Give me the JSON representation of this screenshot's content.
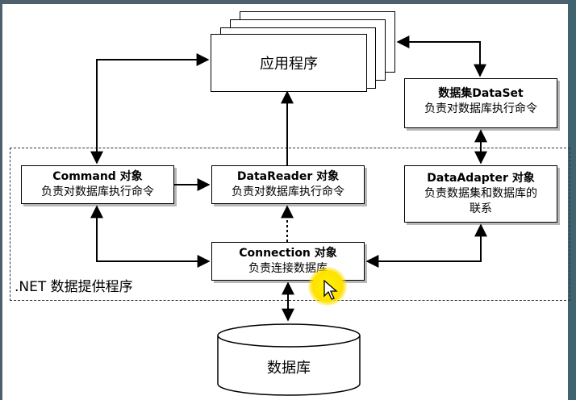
{
  "app": {
    "label": "应用程序"
  },
  "dataset": {
    "title": "数据集DataSet",
    "desc": "负责对数据库执行命令"
  },
  "command": {
    "title": "Command 对象",
    "desc": "负责对数据库执行命令"
  },
  "datareader": {
    "title": "DataReader 对象",
    "desc": "负责对数据库执行命令"
  },
  "dataadapter": {
    "title": "DataAdapter 对象",
    "desc_line1": "负责数据集和数据库的",
    "desc_line2": "联系"
  },
  "connection": {
    "title": "Connection 对象",
    "desc": "负责连接数据库"
  },
  "provider_group": {
    "label": ".NET 数据提供程序"
  },
  "database": {
    "label": "数据库"
  },
  "colors": {
    "frame": "#4e5f6e",
    "highlight": "#ffe100",
    "line": "#000000"
  },
  "icons": {
    "cursor": "mouse-pointer-icon"
  }
}
